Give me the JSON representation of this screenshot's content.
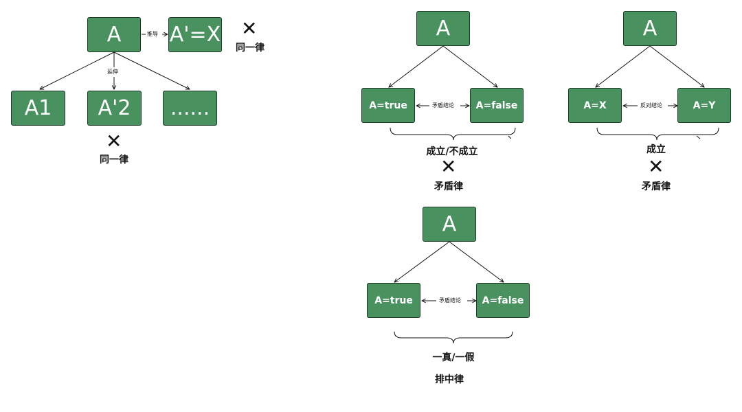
{
  "diagram1": {
    "root": "A",
    "derived": "A'=X",
    "derive_label": "推导",
    "extend_label": "延伸",
    "children": [
      "A1",
      "A'2",
      "......"
    ],
    "verdict_top": "同一律",
    "verdict_bottom": "同一律"
  },
  "diagram2": {
    "root": "A",
    "left": "A=true",
    "right": "A=false",
    "relation": "矛盾结论",
    "brace_label": "成立/不成立",
    "verdict": "矛盾律"
  },
  "diagram3": {
    "root": "A",
    "left": "A=X",
    "right": "A=Y",
    "relation": "反对结论",
    "brace_label": "成立",
    "verdict": "矛盾律"
  },
  "diagram4": {
    "root": "A",
    "left": "A=true",
    "right": "A=false",
    "relation": "矛盾结论",
    "brace_label": "一真/一假",
    "verdict": "排中律"
  },
  "colors": {
    "node_fill": "#4a9160",
    "node_border": "#1d3a27",
    "text_on_node": "#ffffff",
    "line": "#111111"
  },
  "icons": {
    "reject": "cross-mark-icon"
  }
}
